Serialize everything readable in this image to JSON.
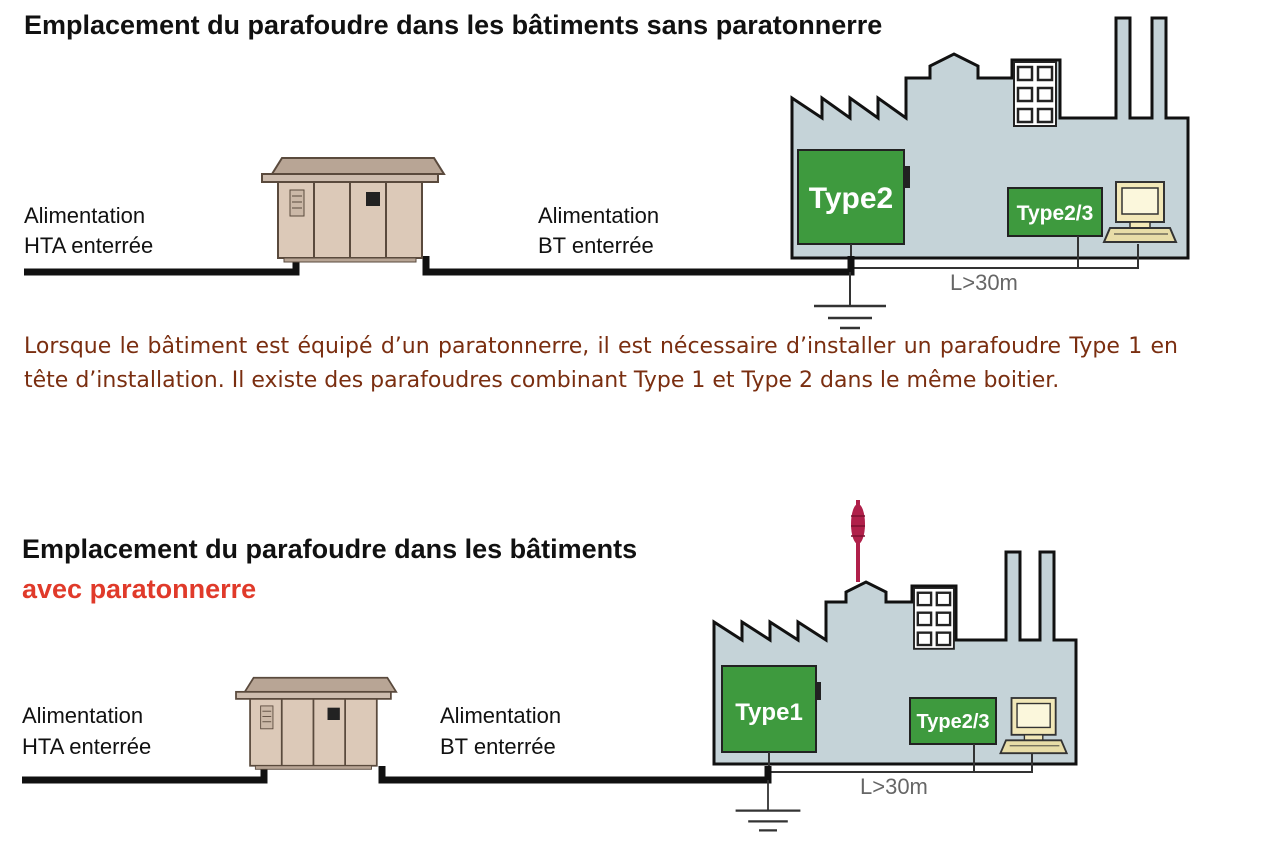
{
  "top": {
    "title": "Emplacement du parafoudre dans les bâtiments sans paratonnerre",
    "hta_line1": "Alimentation",
    "hta_line2": "HTA enterrée",
    "bt_line1": "Alimentation",
    "bt_line2": "BT enterrée",
    "type_main": "Type2",
    "type_secondary": "Type2/3",
    "distance": "L>30m"
  },
  "paragraph": "Lorsque le bâtiment est équipé d’un paratonnerre, il est nécessaire d’installer un parafoudre Type 1 en tête d’installation. Il existe des parafoudres combinant Type 1 et Type 2 dans le même boitier.",
  "bottom": {
    "title_line1": "Emplacement du parafoudre dans les bâtiments",
    "title_line2": "avec paratonnerre",
    "hta_line1": "Alimentation",
    "hta_line2": "HTA enterrée",
    "bt_line1": "Alimentation",
    "bt_line2": "BT enterrée",
    "type_main": "Type1",
    "type_secondary": "Type2/3",
    "distance": "L>30m"
  },
  "colors": {
    "building": "#c5d3d8",
    "device_green": "#3e9a3e",
    "cable": "#111111",
    "title_red": "#e03a2a",
    "paragraph": "#7a2e10",
    "lightning_rod": "#b0204a"
  }
}
